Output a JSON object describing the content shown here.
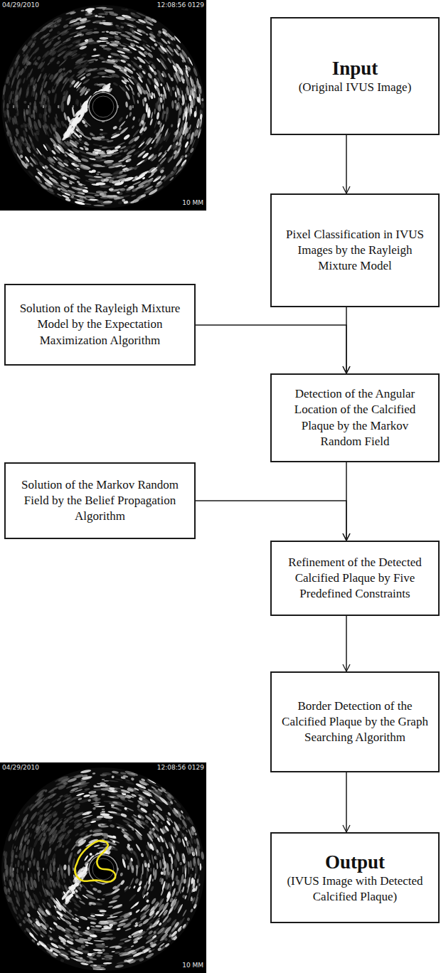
{
  "diagram": {
    "nodes": [
      {
        "text": [
          "Input",
          "(Original IVUS Image)"
        ]
      },
      {
        "text": [
          "Pixel Classification in IVUS Images by the Rayleigh Mixture Model"
        ]
      },
      {
        "text": [
          "Solution of the Rayleigh Mixture Model by the Expectation Maximization Algorithm"
        ]
      },
      {
        "text": [
          "Detection of the Angular Location of the Calcified Plaque by the Markov Random Field"
        ]
      },
      {
        "text": [
          "Solution of the Markov Random Field by the Belief Propagation Algorithm"
        ]
      },
      {
        "text": [
          "Refinement of the Detected Calcified Plaque by Five Predefined Constraints"
        ]
      },
      {
        "text": [
          "Border Detection of the Calcified Plaque by the Graph Searching Algorithm"
        ]
      },
      {
        "text": [
          "Output",
          "(IVUS Image with Detected Calcified Plaque)"
        ]
      }
    ],
    "edges": [
      {
        "from": 0,
        "to": 1,
        "arrow": "to"
      },
      {
        "from": 1,
        "to": 3,
        "arrow": "to"
      },
      {
        "from": 2,
        "to": 3,
        "arrow": "to"
      },
      {
        "from": 3,
        "to": 5,
        "arrow": "to"
      },
      {
        "from": 4,
        "to": 5,
        "arrow": "to"
      },
      {
        "from": 5,
        "to": 6,
        "arrow": "to"
      },
      {
        "from": 6,
        "to": 7,
        "arrow": "to"
      }
    ],
    "labels": [
      "04/29/2010",
      "12:08:56 0129",
      "10 MM",
      "04/29/2010",
      "12:08:56 0129",
      "10 MM"
    ]
  }
}
